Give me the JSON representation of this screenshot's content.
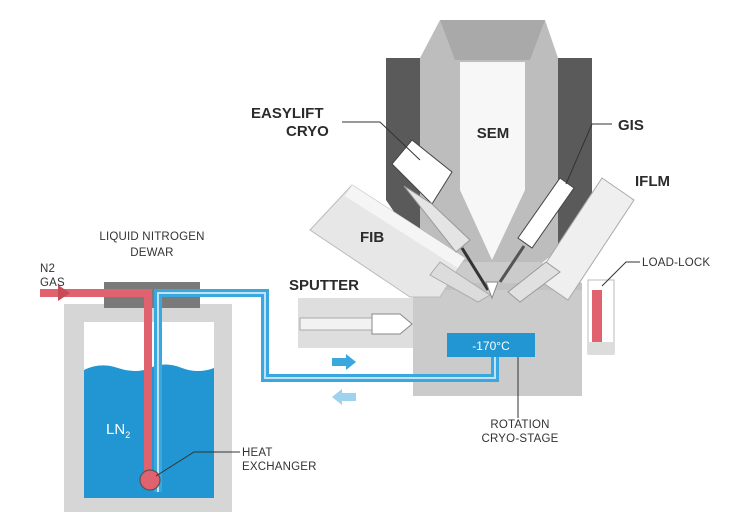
{
  "labels": {
    "sem": "SEM",
    "easylift_line1": "EASYLIFT",
    "easylift_line2": "CRYO",
    "gis": "GIS",
    "iflm": "IFLM",
    "fib": "FIB",
    "sputter": "SPUTTER",
    "load_lock": "LOAD-LOCK",
    "dewar_line1": "LIQUID NITROGEN",
    "dewar_line2": "DEWAR",
    "n2_line1": "N2",
    "n2_line2": "GAS",
    "ln2": "LN",
    "ln2_sub": "2",
    "heat_line1": "HEAT",
    "heat_line2": "EXCHANGER",
    "stage_line1": "ROTATION",
    "stage_line2": "CRYO-STAGE",
    "temperature": "-170°C"
  },
  "colors": {
    "ln2_blue": "#2196d3",
    "cold_line": "#3aa7de",
    "warm_line": "#e0626f",
    "chamber_gray": "#cbcbcb",
    "column_dark": "#5a5a5a"
  }
}
